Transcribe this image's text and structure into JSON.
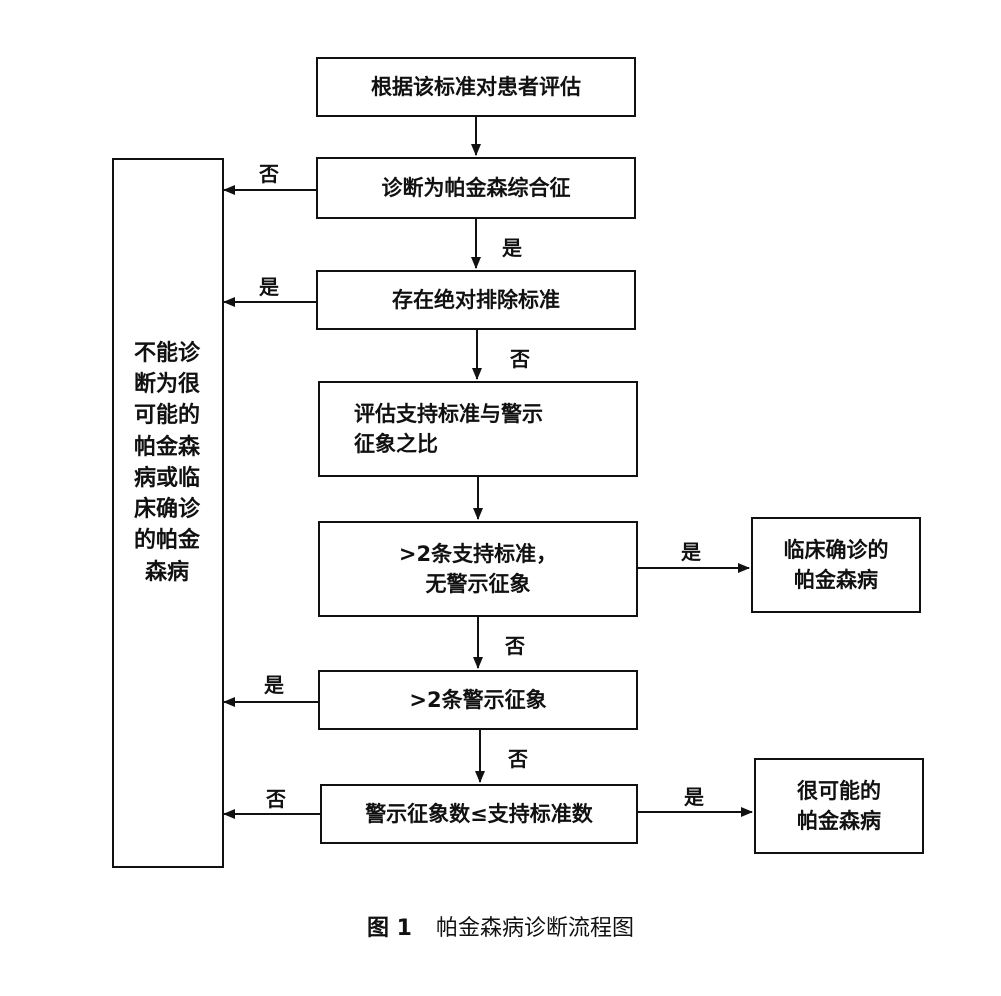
{
  "nodes": {
    "assess": "根据该标准对患者评估",
    "diagnose_ps": "诊断为帕金森综合征",
    "absolute_exclusion": "存在绝对排除标准",
    "evaluate_ratio_line1": "评估支持标准与警示",
    "evaluate_ratio_line2": "征象之比",
    "support_gt2_line1": ">2条支持标准，",
    "support_gt2_line2": "无警示征象",
    "clinically_established_line1": "临床确诊的",
    "clinically_established_line2": "帕金森病",
    "redflags_gt2": ">2条警示征象",
    "redflags_le_support": "警示征象数≤支持标准数",
    "probable_line1": "很可能的",
    "probable_line2": "帕金森病",
    "cannot_diagnose": "不能诊\n断为很\n可能的\n帕金森\n病或临\n床确诊\n的帕金\n森病"
  },
  "edge_labels": {
    "diagnose_no": "否",
    "diagnose_yes": "是",
    "exclusion_yes": "是",
    "exclusion_no": "否",
    "support_yes": "是",
    "support_no": "否",
    "redflags_yes": "是",
    "redflags_no": "否",
    "compare_no": "否",
    "compare_yes": "是"
  },
  "caption": {
    "figure_number": "图 1",
    "title": "帕金森病诊断流程图"
  }
}
